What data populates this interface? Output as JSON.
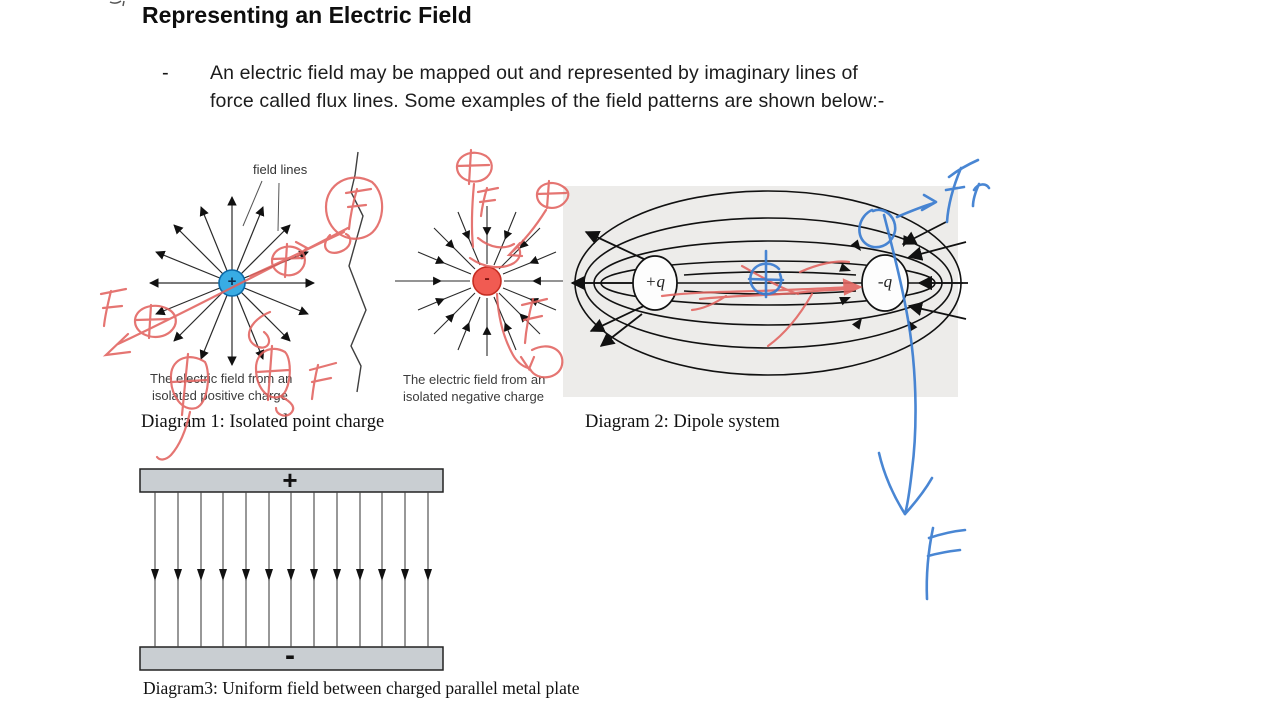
{
  "document": {
    "title": "Representing an Electric Field",
    "bullet_marker": "-",
    "body_lines": [
      "An electric field may be mapped out and represented by imaginary lines of",
      "force called flux lines. Some examples of the field patterns are shown below:-"
    ],
    "captions": {
      "diagram1": "Diagram 1: Isolated point charge",
      "diagram2": "Diagram 2: Dipole system",
      "diagram3": "Diagram3: Uniform field between charged parallel metal plate"
    }
  },
  "positive_charge_figure": {
    "field_lines_label": "field lines",
    "charge_symbol": "+",
    "caption_line1": "The electric field from an",
    "caption_line2": "isolated positive charge"
  },
  "negative_charge_figure": {
    "charge_symbol": "-",
    "caption_line1": "The electric field from an",
    "caption_line2": "isolated negative charge"
  },
  "dipole_figure": {
    "positive_label": "+q",
    "negative_label": "-q"
  },
  "parallel_plates_figure": {
    "top_plate_label": "+",
    "bottom_plate_label": "-"
  },
  "handwritten_annotations": {
    "red_letters": [
      "F",
      "F",
      "F",
      "F",
      "F"
    ],
    "blue_letters": [
      "Fr",
      "F"
    ],
    "red_pen_color": "#e2635f",
    "blue_pen_color": "#3a7cd0"
  },
  "colors": {
    "positive_charge_fill": "#38ace4",
    "negative_charge_fill": "#f15b52",
    "plate_fill": "#c9ced2",
    "scan_background": "#edecea"
  }
}
